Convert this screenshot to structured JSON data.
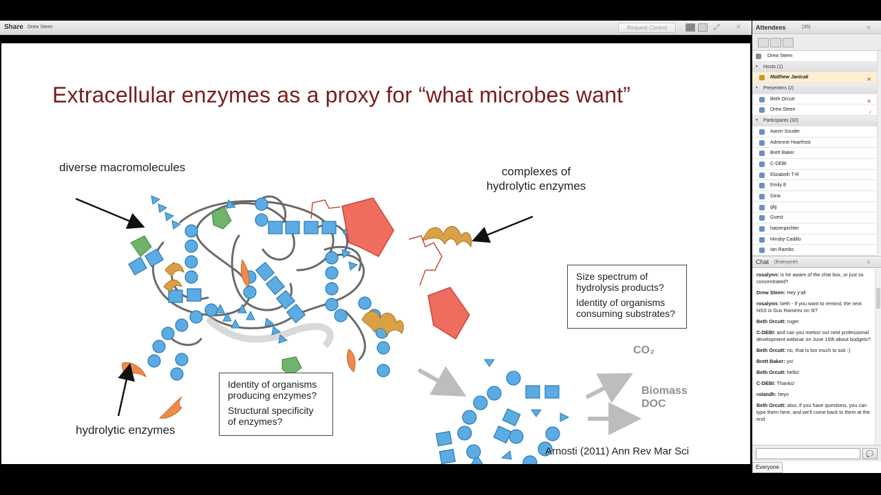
{
  "share": {
    "title": "Share",
    "presenter": "Drew Steen",
    "request_control": "Request Control",
    "menu_glyph": "≡"
  },
  "slide": {
    "title": "Extracellular enzymes as a proxy for “what microbes want”",
    "label_diverse": "diverse macromolecules",
    "label_complexes_1": "complexes of",
    "label_complexes_2": "hydrolytic enzymes",
    "label_hydrolytic": "hydrolytic enzymes",
    "qbox_right_1": "Size spectrum of hydrolysis products?",
    "qbox_right_2": "Identity of organisms consuming substrates?",
    "qbox_bottom_1": "Identity of organisms producing enzymes?",
    "qbox_bottom_2": "Structural specificity of enzymes?",
    "output_co2": "CO₂",
    "output_biomass_1": "Biomass",
    "output_biomass_2": "DOC",
    "citation": "Arnosti (2011) Ann Rev Mar Sci"
  },
  "colors": {
    "title": "#7a1c1c",
    "sugar_blue": "#5aace3",
    "enzyme_orange": "#f08a4b",
    "enzyme_tan": "#d9a045",
    "salmon": "#ee6d5e",
    "green": "#6fb36c"
  },
  "attendees": {
    "title": "Attendees",
    "count": "(35)",
    "me": "Drew Steen",
    "hosts_group": "Hosts (1)",
    "host": "Matthew Janicak",
    "presenters_group": "Presenters (2)",
    "presenters": [
      "Beth Orcutt",
      "Drew Steen"
    ],
    "participants_group": "Participants (32)",
    "participants": [
      "Aaron Souder",
      "Adrienne Hoarfrost",
      "Brett Baker",
      "C-DEBI",
      "Elizabeth T-R",
      "Emily E",
      "Gina",
      "glg",
      "Guest",
      "hatzenpichler",
      "Hinsby Cadillo",
      "Ian Rambo"
    ]
  },
  "chat": {
    "title": "Chat",
    "scope": "(Everyone)",
    "target": "Everyone",
    "send_icon": "speech-bubble-icon",
    "messages": [
      {
        "sender": "rosalynn:",
        "text": "is he aware of the chat box, or just so concentrated?"
      },
      {
        "sender": "Drew Steen:",
        "text": "Hey y'all"
      },
      {
        "sender": "rosalynn:",
        "text": "beth - if you want to remind, the next NSS is Gus Ramirez on 9/7"
      },
      {
        "sender": "Beth Orcutt:",
        "text": "roger"
      },
      {
        "sender": "C-DEBI:",
        "text": "and can you metion our next professional development webinar on June 15th about budgets?"
      },
      {
        "sender": "Beth Orcutt:",
        "text": "no, that is too much to ask :)"
      },
      {
        "sender": "Brett Baker:",
        "text": "yo!"
      },
      {
        "sender": "Beth Orcutt:",
        "text": "hello!"
      },
      {
        "sender": "C-DEBI:",
        "text": "Thanks!"
      },
      {
        "sender": "rolandh:",
        "text": "heyo"
      },
      {
        "sender": "Beth Orcutt:",
        "text": "also, if you have questions, you can type them here, and we'll come back to them at the end"
      }
    ]
  }
}
